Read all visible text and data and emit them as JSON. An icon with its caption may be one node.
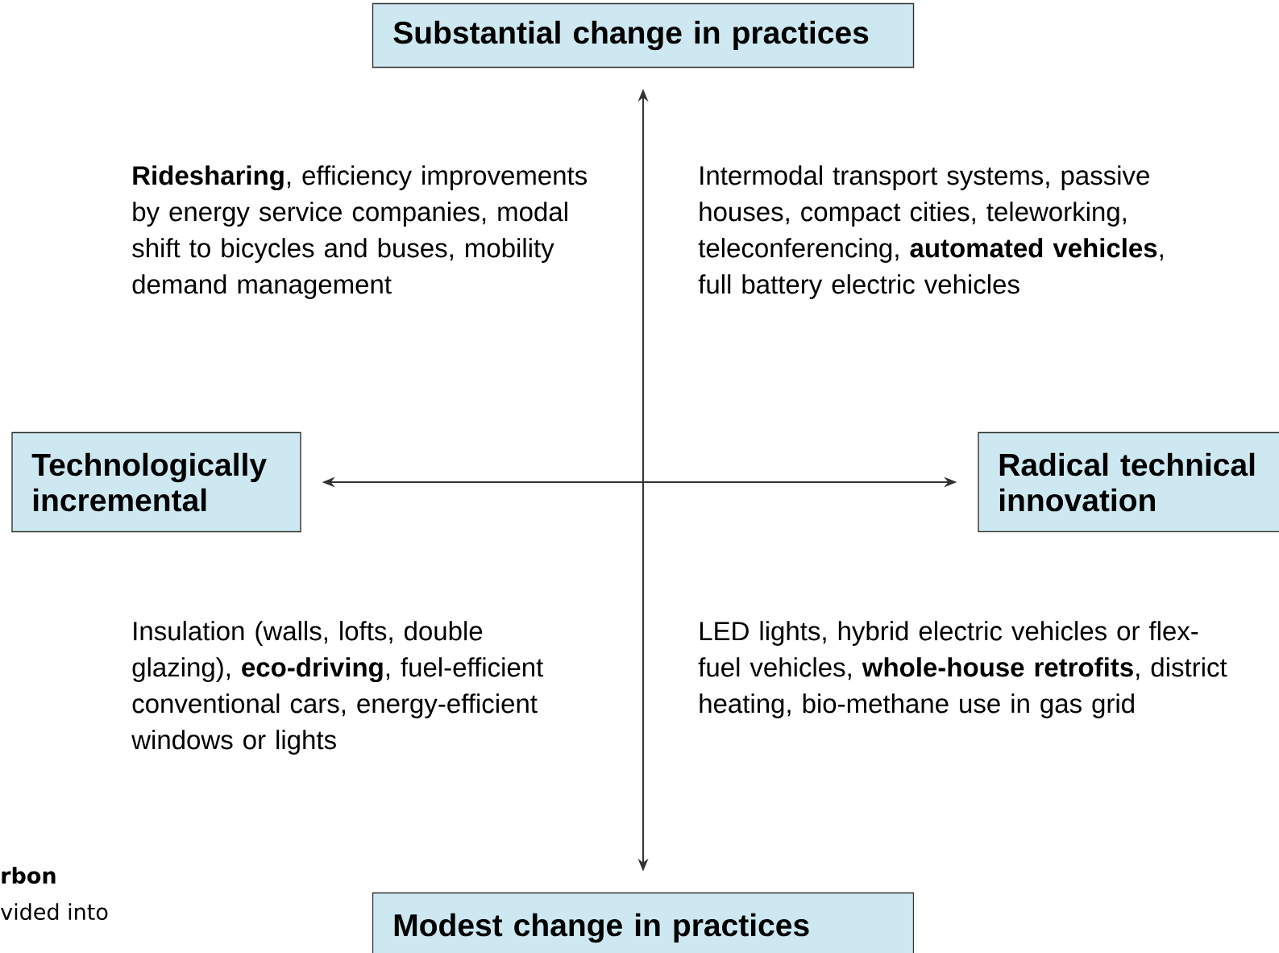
{
  "diagram": {
    "nodes": [
      {
        "text": [
          "Substantial change in practices"
        ]
      },
      {
        "text": [
          "Technologically incremental"
        ]
      },
      {
        "text": [
          "Radical technical innovation"
        ]
      },
      {
        "text": [
          "Modest change in practices"
        ]
      }
    ],
    "edges": [
      {
        "from": 0,
        "to": 3,
        "arrow": "both"
      },
      {
        "from": 1,
        "to": 2,
        "arrow": "both"
      }
    ],
    "labels": [
      "**Ridesharing**, efficiency improvements by energy service companies, modal shift to bicycles and buses, mobility demand management",
      "Intermodal transport systems, passive houses, compact cities, teleworking, teleconferencing, **automated vehicles**, full battery electric vehicles",
      "Insulation (walls, lofts, double glazing), **eco-driving**, fuel-efficient conventional cars, energy-efficient windows or lights",
      "LED lights, hybrid electric vehicles or flex-fuel vehicles, **whole-house retrofits**, district heating, bio-methane use in gas grid",
      "rbon",
      "vided into"
    ]
  }
}
